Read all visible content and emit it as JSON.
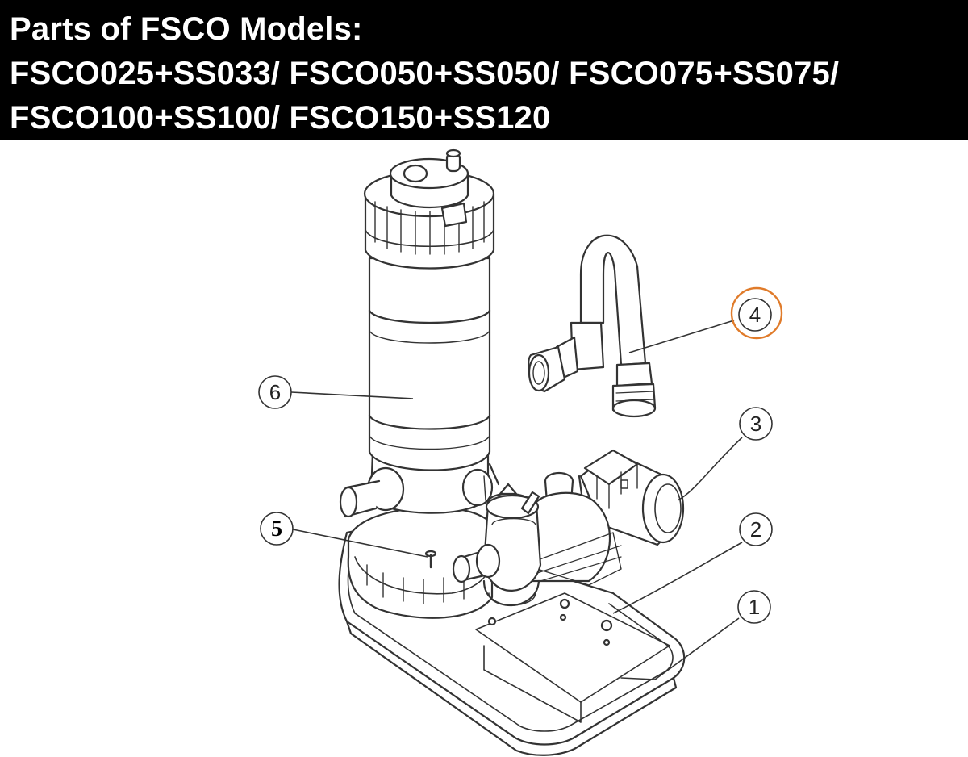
{
  "header": {
    "line1": "Parts of FSCO Models:",
    "line2": "FSCO025+SS033/ FSCO050+SS050/ FSCO075+SS075/",
    "line3": "FSCO100+SS100/ FSCO150+SS120"
  },
  "callouts": [
    {
      "id": "6",
      "label": "6"
    },
    {
      "id": "5",
      "label": "5"
    },
    {
      "id": "4",
      "label": "4"
    },
    {
      "id": "3",
      "label": "3"
    },
    {
      "id": "2",
      "label": "2"
    },
    {
      "id": "1",
      "label": "1"
    }
  ],
  "colors": {
    "header_bg": "#000000",
    "header_text": "#ffffff",
    "highlight": "#e07b2a",
    "line": "#333333"
  }
}
